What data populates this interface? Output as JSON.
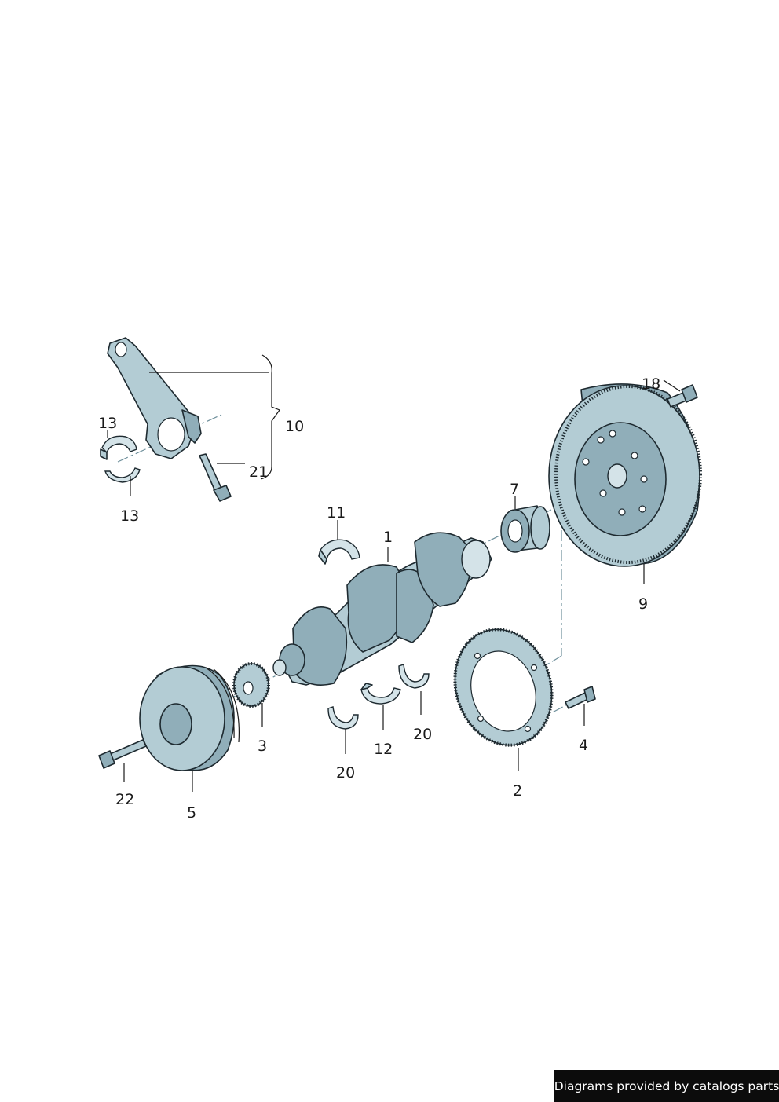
{
  "labels": {
    "p1": "1",
    "p2": "2",
    "p3": "3",
    "p4": "4",
    "p5": "5",
    "p7": "7",
    "p9": "9",
    "p10": "10",
    "p11": "11",
    "p12": "12",
    "p13a": "13",
    "p13b": "13",
    "p18": "18",
    "p20a": "20",
    "p20b": "20",
    "p21": "21",
    "p22": "22"
  },
  "footer": {
    "credit": "Diagrams provided by catalogs parts"
  },
  "colors": {
    "part_fill": "#b3ccd4",
    "part_dark": "#90aeb9",
    "outline": "#1e2a30",
    "badge_bg": "#0c0c0c"
  }
}
